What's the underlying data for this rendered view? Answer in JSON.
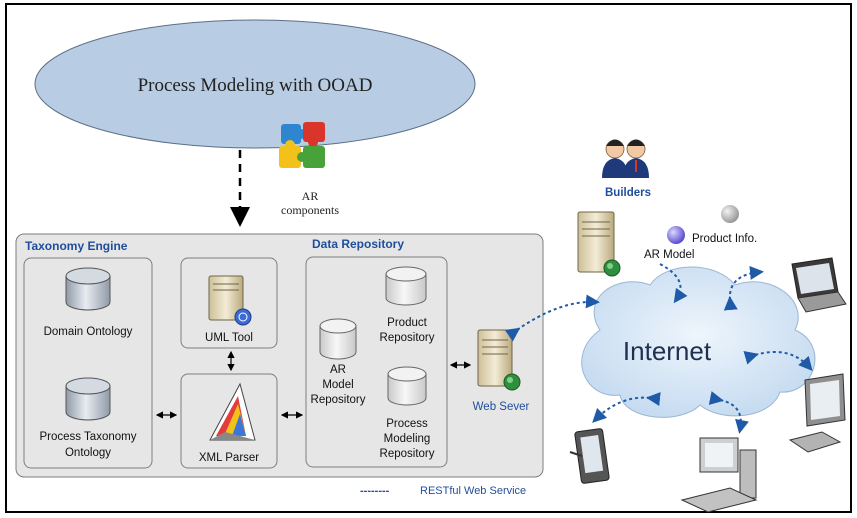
{
  "top_ellipse": {
    "label": "Process Modeling with OOAD"
  },
  "ar_components": {
    "line1": "AR",
    "line2": "components"
  },
  "taxonomy_engine": {
    "title": "Taxonomy Engine",
    "domain_ontology": "Domain Ontology",
    "process_taxonomy_line1": "Process Taxonomy",
    "process_taxonomy_line2": "Ontology"
  },
  "uml_tool": {
    "label": "UML Tool"
  },
  "xml_parser": {
    "label": "XML Parser"
  },
  "data_repository": {
    "title": "Data Repository",
    "ar_model_line1": "AR",
    "ar_model_line2": "Model",
    "ar_model_line3": "Repository",
    "product_line1": "Product",
    "product_line2": "Repository",
    "process_line1": "Process",
    "process_line2": "Modeling",
    "process_line3": "Repository"
  },
  "web_server": {
    "label": "Web Sever"
  },
  "builders": {
    "label": "Builders"
  },
  "ar_model": {
    "label": "AR Model"
  },
  "product_info": {
    "label": "Product Info."
  },
  "internet": {
    "label": "Internet"
  },
  "legend": {
    "dash": "--------",
    "label": "RESTful Web Service"
  },
  "colors": {
    "ellipse_fill": "#b8cde3",
    "panel_fill": "#e6e6e6",
    "cloud_fill": "#d6e6f5",
    "title_blue": "#1f4e9c",
    "dashed_arrow": "#1f5aa8",
    "cylinder_fill": "#b9c2cd"
  }
}
